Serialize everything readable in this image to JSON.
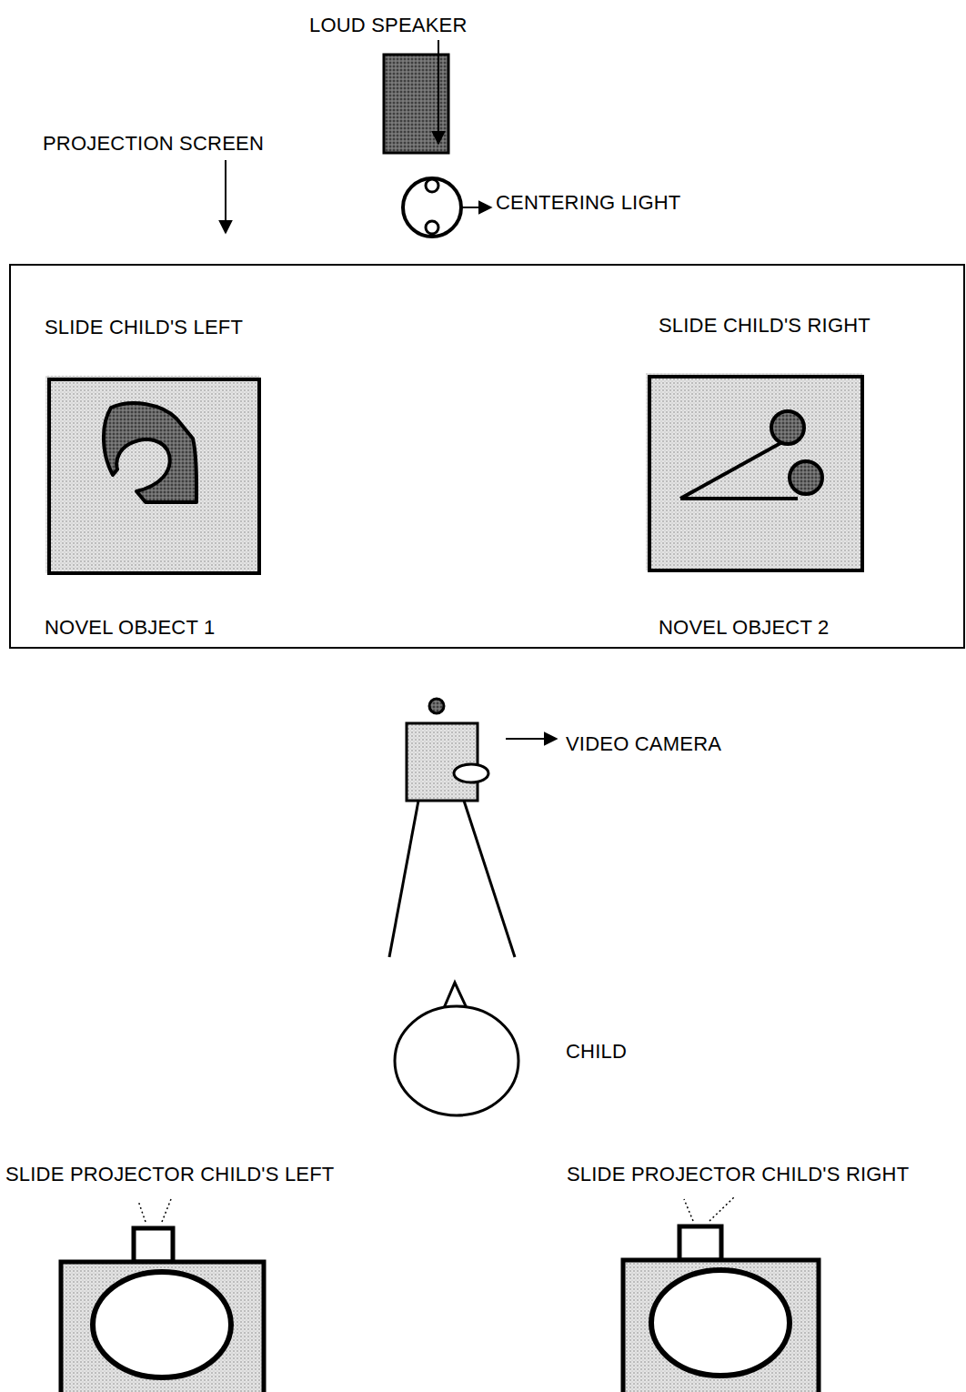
{
  "diagram": {
    "nodes": [
      {
        "text": [
          "LOUD SPEAKER"
        ]
      },
      {
        "text": [
          "CENTERING LIGHT"
        ]
      },
      {
        "text": [
          "PROJECTION SCREEN"
        ]
      },
      {
        "text": [
          "SLIDE CHILD'S LEFT",
          "NOVEL OBJECT 1"
        ],
        "in": 2
      },
      {
        "text": [
          "SLIDE CHILD'S RIGHT",
          "NOVEL OBJECT 2"
        ],
        "in": 2
      },
      {
        "text": [
          "VIDEO CAMERA"
        ]
      },
      {
        "text": [
          "CHILD"
        ]
      },
      {
        "text": [
          "SLIDE PROJECTOR CHILD'S LEFT"
        ]
      },
      {
        "text": [
          "SLIDE PROJECTOR CHILD'S RIGHT"
        ]
      }
    ]
  }
}
